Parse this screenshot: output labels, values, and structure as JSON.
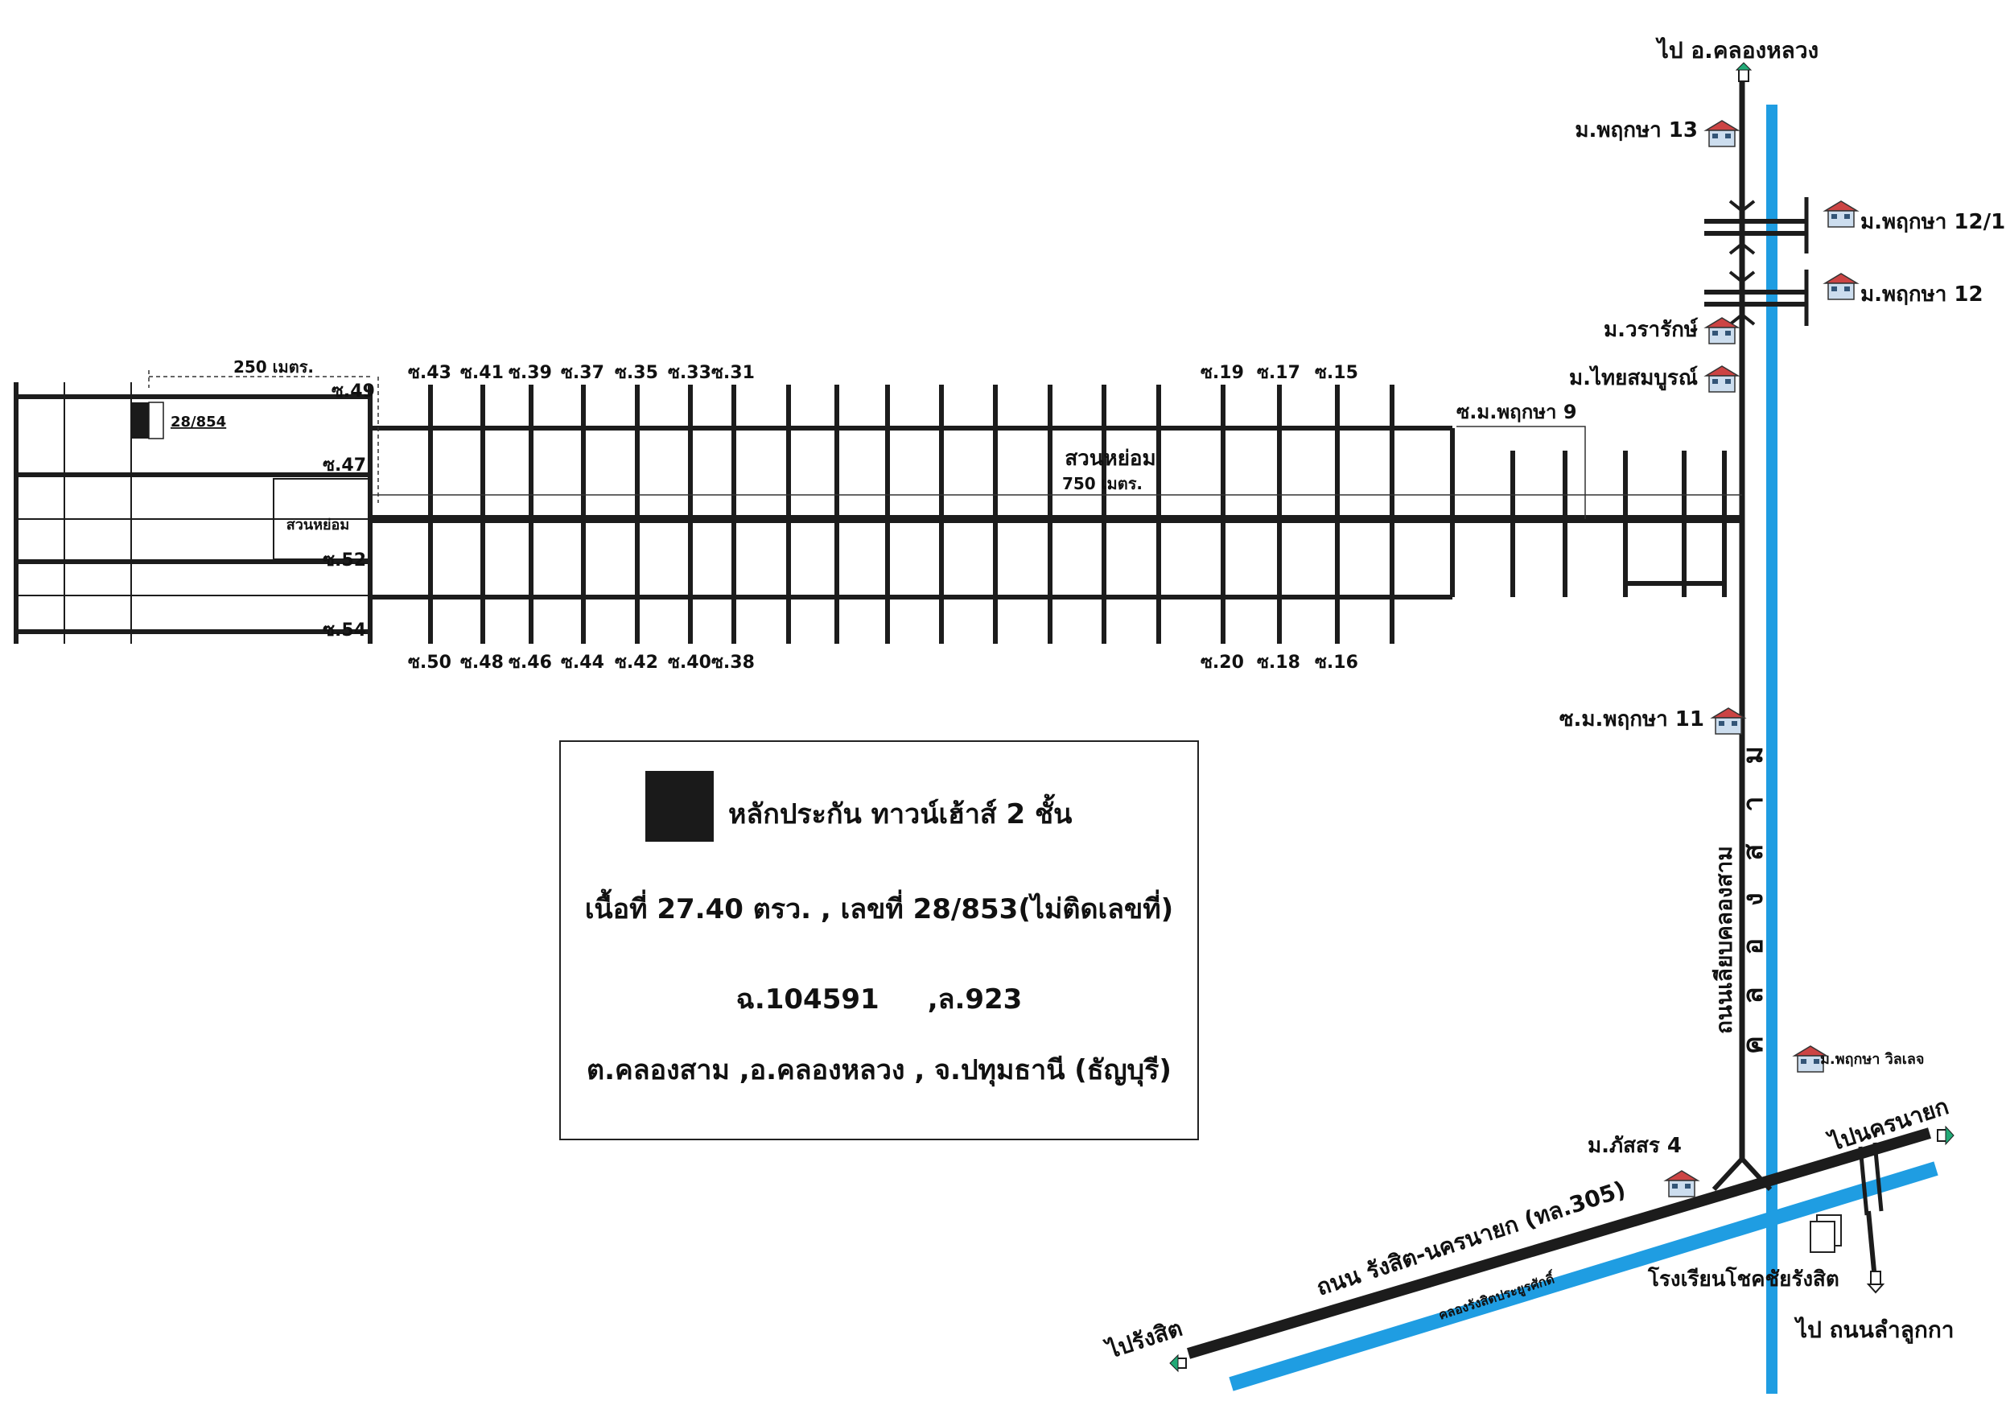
{
  "labels": {
    "to_khlong_luang": "ไป อ.คลองหลวง",
    "m_pruksa_13": "ม.พฤกษา 13",
    "m_pruksa_12_1": "ม.พฤกษา 12/1",
    "m_pruksa_12": "ม.พฤกษา 12",
    "m_wararak": "ม.วรารักษ์",
    "m_thai_sombun": "ม.ไทยสมบูรณ์",
    "soi_m_pruksa_9": "ซ.ม.พฤกษา 9",
    "soi_m_pruksa_11": "ซ.ม.พฤกษา 11",
    "m_pruksa_village": "ม.พฤกษา วิลเลจ",
    "m_phatsorn_4": "ม.ภัสสร 4",
    "to_nakhon_nayok": "ไปนครนายก",
    "to_rangsit": "ไปรังสิต",
    "to_lamlukka": "ไป ถนนลำลูกกา",
    "school": "โรงเรียนโชคชัยรังสิต",
    "road_rangsit_nakhonnayok": "ถนน รังสิต-นครนายก (ทล.305)",
    "canal_rangsit": "คลองรังสิตประยูรศักดิ์",
    "road_khlong_sam": "ถนนเลียบคลองสาม",
    "canal_khlong_sam": "คลองสาม",
    "park_main": "สวนหย่อม",
    "dist_750": "750 เมตร.",
    "park_left": "สวนหย่อม",
    "dist_250": "250 เมตร.",
    "plot_number": "28/854"
  },
  "soi_top": [
    "ซ.49",
    "ซ.43",
    "ซ.41",
    "ซ.39",
    "ซ.37",
    "ซ.35",
    "ซ.33",
    "ซ.31",
    "ซ.19",
    "ซ.17",
    "ซ.15"
  ],
  "soi_bottom": [
    "ซ.50",
    "ซ.48",
    "ซ.46",
    "ซ.44",
    "ซ.42",
    "ซ.40",
    "ซ.38",
    "ซ.20",
    "ซ.18",
    "ซ.16"
  ],
  "soi_left": [
    "ซ.47",
    "ซ.52",
    "ซ.54"
  ],
  "legend": {
    "title": "หลักประกัน ทาวน์เฮ้าส์ 2 ชั้น",
    "area": "เนื้อที่ 27.40 ตรว. , เลขที่ 28/853(ไม่ติดเลขที่)",
    "deed": "ฉ.104591",
    "land_no": ",ล.923",
    "location": "ต.คลองสาม ,อ.คลองหลวง , จ.ปทุมธานี (ธัญบุรี)"
  },
  "colors": {
    "road": "#1c1c1c",
    "canal": "#1f9de2",
    "background": "#ffffff"
  }
}
